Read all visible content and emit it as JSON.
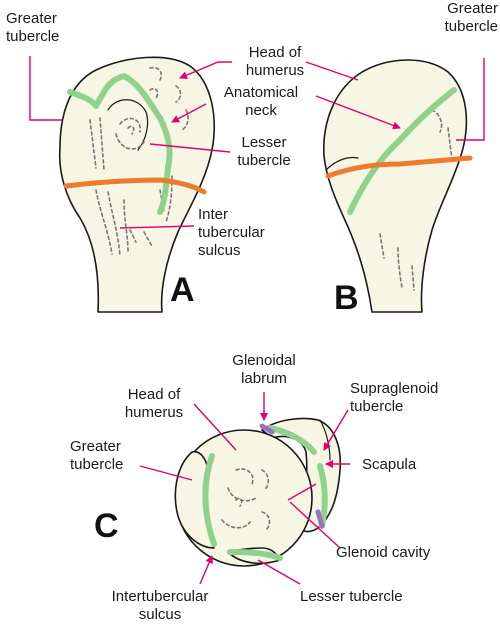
{
  "colors": {
    "bone_fill": "#f7f5e4",
    "outline": "#1a1a1a",
    "leader": "#e0006e",
    "green_line": "#8fd28c",
    "orange_line": "#ec7b2c",
    "texture": "#777777",
    "labrum": "#9b6fc2"
  },
  "panels": {
    "a": "A",
    "b": "B",
    "c": "C"
  },
  "labels": {
    "a_greater_tubercle": "Greater\ntubercle",
    "head_of_humerus": "Head of\nhumerus",
    "anatomical_neck": "Anatomical\nneck",
    "lesser_tubercle": "Lesser\ntubercle",
    "inter_tubercular_sulcus": "Inter\ntubercular\nsulcus",
    "b_greater_tubercle": "Greater\ntubercle",
    "glenoidal_labrum": "Glenoidal\nlabrum",
    "supraglenoid_tubercle": "Supraglenoid\ntubercle",
    "c_head_of_humerus": "Head of\nhumerus",
    "c_greater_tubercle": "Greater\ntubercle",
    "scapula": "Scapula",
    "glenoid_cavity": "Glenoid cavity",
    "c_lesser_tubercle": "Lesser tubercle",
    "intertubercular_sulcus": "Intertubercular\nsulcus"
  }
}
